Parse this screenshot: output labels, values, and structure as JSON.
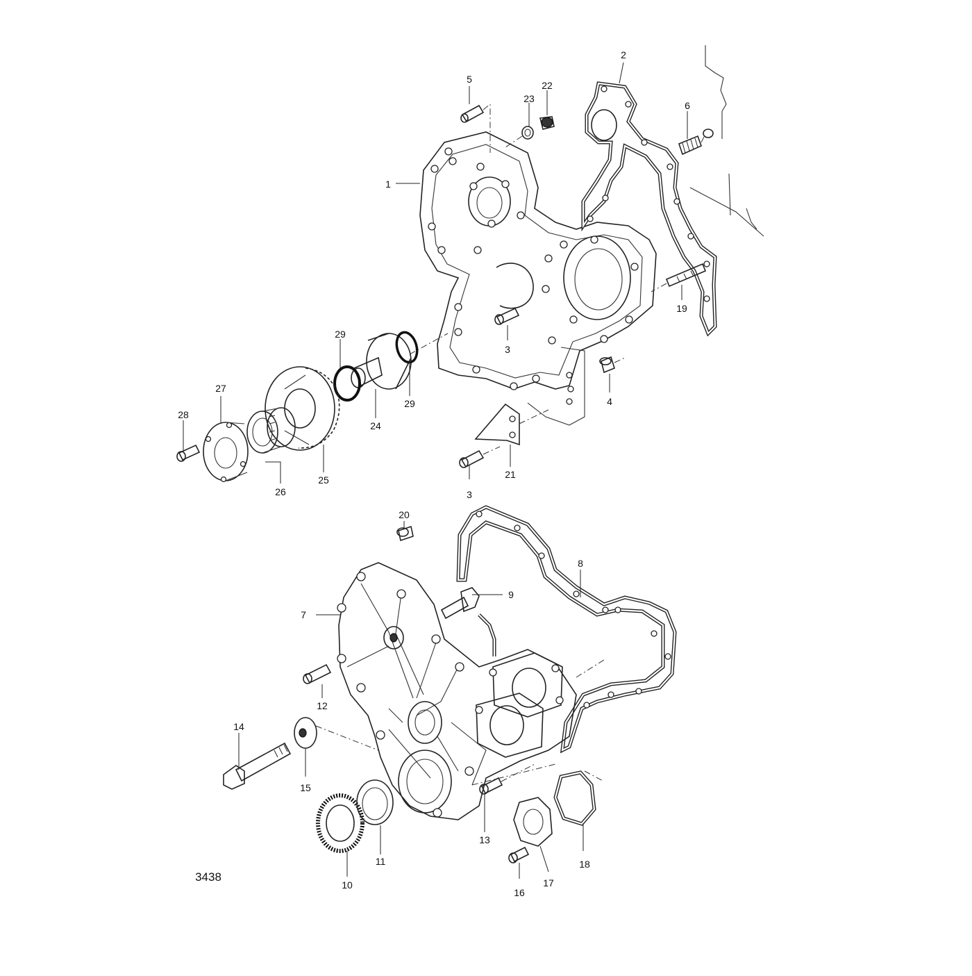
{
  "figure_number": "3438",
  "callouts": [
    {
      "id": "c1",
      "text": "1"
    },
    {
      "id": "c2",
      "text": "2"
    },
    {
      "id": "c3a",
      "text": "3"
    },
    {
      "id": "c3b",
      "text": "3"
    },
    {
      "id": "c4",
      "text": "4"
    },
    {
      "id": "c5",
      "text": "5"
    },
    {
      "id": "c6",
      "text": "6"
    },
    {
      "id": "c7",
      "text": "7"
    },
    {
      "id": "c8",
      "text": "8"
    },
    {
      "id": "c9",
      "text": "9"
    },
    {
      "id": "c10",
      "text": "10"
    },
    {
      "id": "c11",
      "text": "11"
    },
    {
      "id": "c12",
      "text": "12"
    },
    {
      "id": "c13",
      "text": "13"
    },
    {
      "id": "c14",
      "text": "14"
    },
    {
      "id": "c15",
      "text": "15"
    },
    {
      "id": "c16",
      "text": "16"
    },
    {
      "id": "c17",
      "text": "17"
    },
    {
      "id": "c18",
      "text": "18"
    },
    {
      "id": "c19",
      "text": "19"
    },
    {
      "id": "c20",
      "text": "20"
    },
    {
      "id": "c21",
      "text": "21"
    },
    {
      "id": "c22",
      "text": "22"
    },
    {
      "id": "c23",
      "text": "23"
    },
    {
      "id": "c24",
      "text": "24"
    },
    {
      "id": "c25",
      "text": "25"
    },
    {
      "id": "c26",
      "text": "26"
    },
    {
      "id": "c27",
      "text": "27"
    },
    {
      "id": "c28",
      "text": "28"
    },
    {
      "id": "c29a",
      "text": "29"
    },
    {
      "id": "c29b",
      "text": "29"
    }
  ]
}
